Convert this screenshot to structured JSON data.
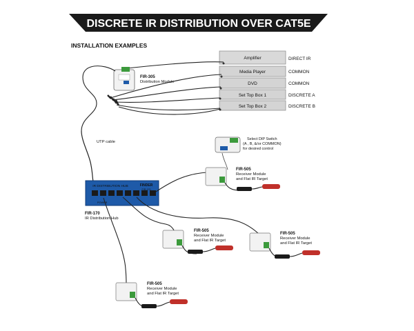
{
  "banner": {
    "title": "DISCRETE IR DISTRIBUTION OVER CAT5E"
  },
  "section_heading": "INSTALLATION EXAMPLES",
  "devices": [
    {
      "name": "Amplifier",
      "output": "DIRECT IR"
    },
    {
      "name": "Media Player",
      "output": "COMMON"
    },
    {
      "name": "DVD",
      "output": "COMMON"
    },
    {
      "name": "Set Top Box 1",
      "output": "DISCRETE A"
    },
    {
      "name": "Set Top Box 2",
      "output": "DISCRETE B"
    }
  ],
  "distribution_module": {
    "model": "FIR-305",
    "description": "Distribution Module"
  },
  "cable_label": "UTP cable",
  "hub": {
    "model": "FIR-170",
    "description": "IR Distribution Hub",
    "panel_text": "IR DISTRIBUTION HUB",
    "brand": "FINDER",
    "brand_sub": "FIR-170",
    "power_label": "POWER"
  },
  "dip_note": {
    "line1": "Select DIP Switch",
    "line2": "(A , B, &/or COMMON)",
    "line3": "for desired control"
  },
  "receivers": [
    {
      "model": "FIR-505",
      "line1": "Receiver Module",
      "line2": "and Flat IR Target"
    },
    {
      "model": "FIR-505",
      "line1": "Receiver Module",
      "line2": "and Flat IR Target"
    },
    {
      "model": "FIR-505",
      "line1": "Receiver Module",
      "line2": "and Flat IR Target"
    },
    {
      "model": "FIR-505",
      "line1": "Receiver Module",
      "line2": "and Flat IR Target"
    }
  ],
  "colors": {
    "banner": "#1a1a1a",
    "hub_blue": "#1e5aa8",
    "device_box": "#d6d6d6",
    "green": "#3c9a3c",
    "target_red": "#c0302a"
  }
}
